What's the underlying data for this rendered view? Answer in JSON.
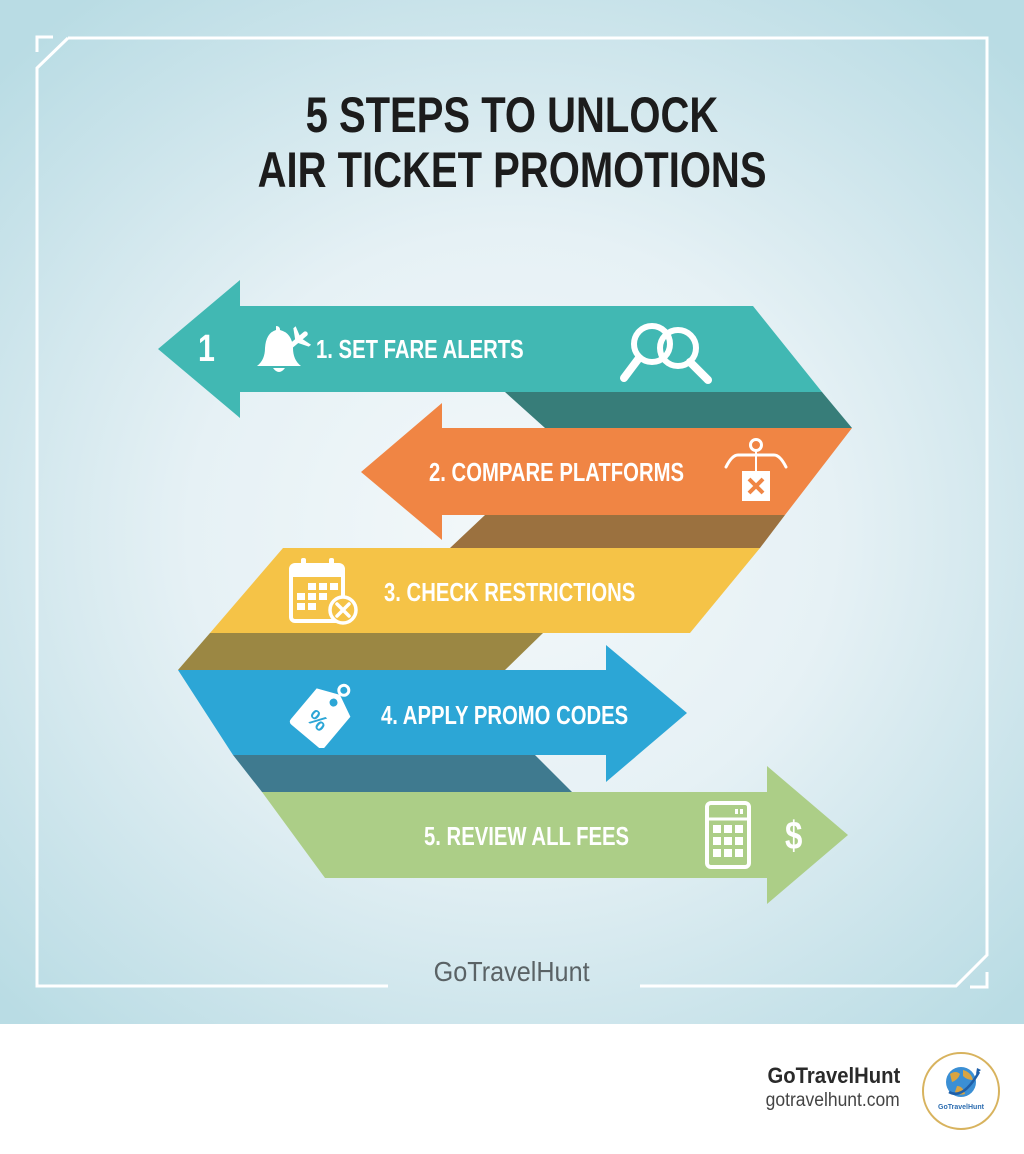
{
  "poster": {
    "title_line1": "5 STEPS TO UNLOCK",
    "title_line2": "AIR TICKET PROMOTIONS",
    "watermark": "GoTravelHunt",
    "background_colors": [
      "#f3f8fa",
      "#b9dce4"
    ]
  },
  "steps": [
    {
      "badge": "1",
      "label": "1. SET FARE ALERTS",
      "icon": "bell-plane-icon",
      "secondary_icon": "magnifying-glasses-icon",
      "direction": "left",
      "color": "#41b8b3",
      "band_color": "#377d79"
    },
    {
      "label": "2. COMPARE PLATFORMS",
      "icon": "hanger-tag-x-icon",
      "direction": "left",
      "color": "#f08544",
      "band_color": "#9b713f"
    },
    {
      "label": "3. CHECK RESTRICTIONS",
      "icon": "calendar-x-icon",
      "direction": "left-slant",
      "color": "#f5c347",
      "band_color": "#9b8743"
    },
    {
      "label": "4. APPLY PROMO CODES",
      "icon": "percent-tag-icon",
      "direction": "right",
      "color": "#2ca6d6",
      "band_color": "#3f7a8f"
    },
    {
      "label": "5. REVIEW ALL FEES",
      "icon": "calculator-icon",
      "secondary_icon": "dollar-icon",
      "secondary_text": "$",
      "direction": "right",
      "color": "#acce87"
    }
  ],
  "footer": {
    "brand_name": "GoTravelHunt",
    "brand_url": "gotravelhunt.com",
    "logo_text": "GoTravelHunt",
    "logo_ring_color": "#d8b35e"
  }
}
